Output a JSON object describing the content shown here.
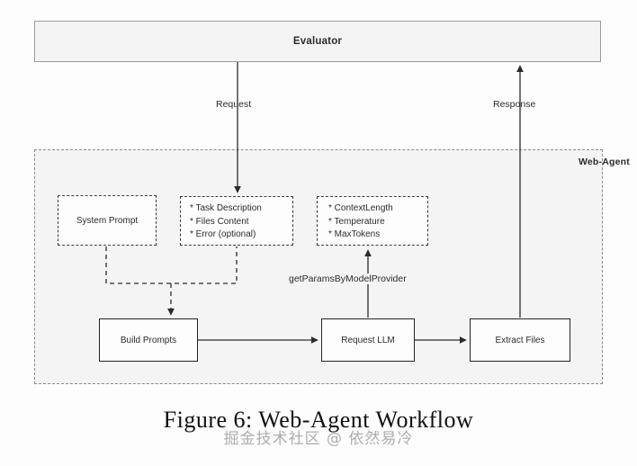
{
  "figure": {
    "caption": "Figure 6: Web-Agent Workflow",
    "watermark": "掘金技术社区 @ 依然易冷"
  },
  "diagram": {
    "type": "flowchart",
    "evaluator": {
      "label": "Evaluator"
    },
    "container": {
      "label": "Web-Agent"
    },
    "nodes": [
      {
        "id": "system-prompt",
        "label": "System Prompt",
        "style": "dashed"
      },
      {
        "id": "task-desc",
        "style": "dashed",
        "items": [
          "Task Description",
          "Files Content",
          "Error (optional)"
        ]
      },
      {
        "id": "model-params",
        "style": "dashed",
        "items": [
          "ContextLength",
          "Temperature",
          "MaxTokens"
        ]
      },
      {
        "id": "build-prompts",
        "label": "Build Prompts",
        "style": "solid"
      },
      {
        "id": "request-llm",
        "label": "Request LLM",
        "style": "solid"
      },
      {
        "id": "extract-files",
        "label": "Extract Files",
        "style": "solid"
      }
    ],
    "edges": [
      {
        "from": "evaluator",
        "to": "task-desc",
        "label": "Request",
        "style": "solid"
      },
      {
        "from": "extract-files",
        "to": "evaluator",
        "label": "Response",
        "style": "solid"
      },
      {
        "from": "system-prompt",
        "to": "build-prompts",
        "label": "",
        "style": "dashed"
      },
      {
        "from": "task-desc",
        "to": "build-prompts",
        "label": "",
        "style": "dashed"
      },
      {
        "from": "build-prompts",
        "to": "request-llm",
        "label": "",
        "style": "solid"
      },
      {
        "from": "request-llm",
        "to": "extract-files",
        "label": "",
        "style": "solid"
      },
      {
        "from": "request-llm",
        "to": "model-params",
        "label": "getParamsByModelProvider",
        "style": "solid"
      }
    ],
    "labels": {
      "request": "Request",
      "response": "Response",
      "get_params": "getParamsByModelProvider"
    },
    "colors": {
      "page_background": "#fdfdfd",
      "evaluator_fill": "#f4f4f4",
      "evaluator_border": "#9a9a9a",
      "container_fill": "#f4f4f4",
      "container_border": "#8a8a8a",
      "node_fill": "#fdfdfd",
      "node_border": "#222222",
      "dashed_border": "#3a3a3a",
      "text": "#2b2b2b",
      "edge": "#2b2b2b"
    }
  }
}
